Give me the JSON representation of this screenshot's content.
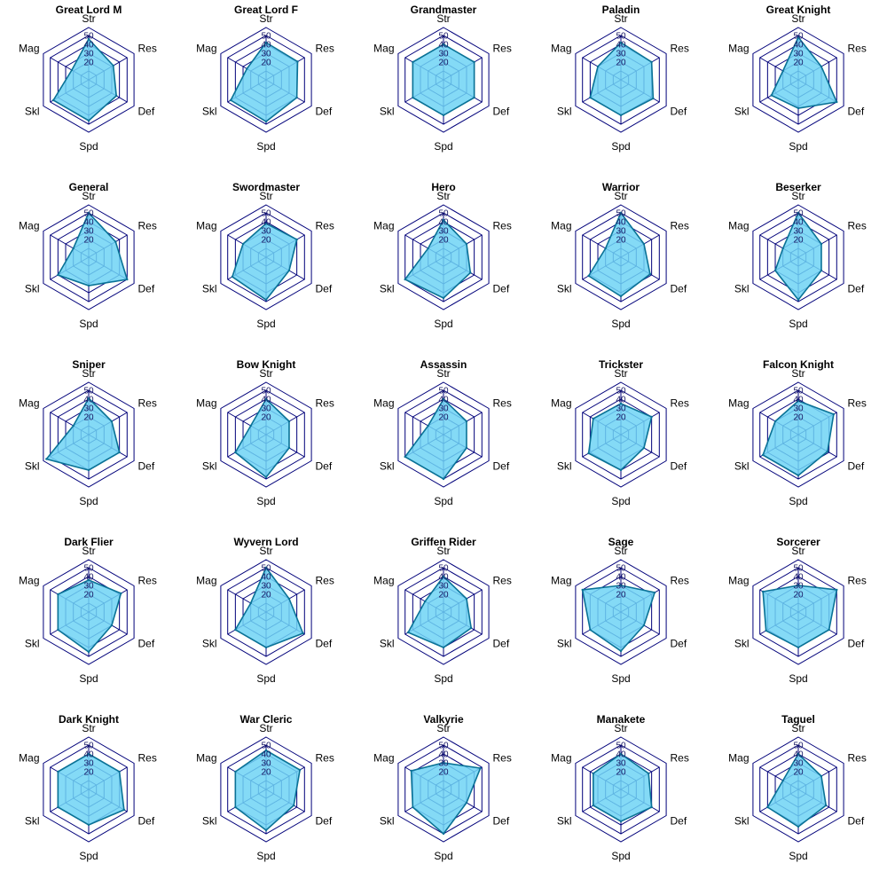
{
  "colors": {
    "grid": "#00007a",
    "fill": "#6fd3f5",
    "stroke": "#0a7296"
  },
  "chart_data": [
    {
      "type": "radar",
      "title": "Great Lord M",
      "axes": [
        "Str",
        "Res",
        "Def",
        "Spd",
        "Skl",
        "Mag"
      ],
      "rlim": [
        0,
        50
      ],
      "ticks": [
        "20",
        "30",
        "40",
        "50"
      ],
      "values": [
        46,
        32,
        36,
        46,
        46,
        22
      ]
    },
    {
      "type": "radar",
      "title": "Great Lord F",
      "axes": [
        "Str",
        "Res",
        "Def",
        "Spd",
        "Skl",
        "Mag"
      ],
      "rlim": [
        0,
        50
      ],
      "ticks": [
        "20",
        "30",
        "40",
        "50"
      ],
      "values": [
        42,
        41,
        40,
        47,
        46,
        25
      ]
    },
    {
      "type": "radar",
      "title": "Grandmaster",
      "axes": [
        "Str",
        "Res",
        "Def",
        "Spd",
        "Skl",
        "Mag"
      ],
      "rlim": [
        0,
        50
      ],
      "ticks": [
        "20",
        "30",
        "40",
        "50"
      ],
      "values": [
        40,
        40,
        40,
        40,
        40,
        40
      ]
    },
    {
      "type": "radar",
      "title": "Paladin",
      "axes": [
        "Str",
        "Res",
        "Def",
        "Spd",
        "Skl",
        "Mag"
      ],
      "rlim": [
        0,
        50
      ],
      "ticks": [
        "20",
        "30",
        "40",
        "50"
      ],
      "values": [
        42,
        40,
        42,
        40,
        40,
        30
      ]
    },
    {
      "type": "radar",
      "title": "Great Knight",
      "axes": [
        "Str",
        "Res",
        "Def",
        "Spd",
        "Skl",
        "Mag"
      ],
      "rlim": [
        0,
        50
      ],
      "ticks": [
        "20",
        "30",
        "40",
        "50"
      ],
      "values": [
        48,
        30,
        50,
        32,
        35,
        20
      ]
    },
    {
      "type": "radar",
      "title": "General",
      "axes": [
        "Str",
        "Res",
        "Def",
        "Spd",
        "Skl",
        "Mag"
      ],
      "rlim": [
        0,
        50
      ],
      "ticks": [
        "20",
        "30",
        "40",
        "50"
      ],
      "values": [
        50,
        35,
        50,
        32,
        40,
        20
      ]
    },
    {
      "type": "radar",
      "title": "Swordmaster",
      "axes": [
        "Str",
        "Res",
        "Def",
        "Spd",
        "Skl",
        "Mag"
      ],
      "rlim": [
        0,
        50
      ],
      "ticks": [
        "20",
        "30",
        "40",
        "50"
      ],
      "values": [
        38,
        40,
        30,
        48,
        44,
        30
      ]
    },
    {
      "type": "radar",
      "title": "Hero",
      "axes": [
        "Str",
        "Res",
        "Def",
        "Spd",
        "Skl",
        "Mag"
      ],
      "rlim": [
        0,
        50
      ],
      "ticks": [
        "20",
        "30",
        "40",
        "50"
      ],
      "values": [
        42,
        30,
        35,
        46,
        50,
        20
      ]
    },
    {
      "type": "radar",
      "title": "Warrior",
      "axes": [
        "Str",
        "Res",
        "Def",
        "Spd",
        "Skl",
        "Mag"
      ],
      "rlim": [
        0,
        50
      ],
      "ticks": [
        "20",
        "30",
        "40",
        "50"
      ],
      "values": [
        50,
        30,
        38,
        44,
        42,
        20
      ]
    },
    {
      "type": "radar",
      "title": "Beserker",
      "axes": [
        "Str",
        "Res",
        "Def",
        "Spd",
        "Skl",
        "Mag"
      ],
      "rlim": [
        0,
        50
      ],
      "ticks": [
        "20",
        "30",
        "40",
        "50"
      ],
      "values": [
        50,
        30,
        30,
        48,
        30,
        20
      ]
    },
    {
      "type": "radar",
      "title": "Sniper",
      "axes": [
        "Str",
        "Res",
        "Def",
        "Spd",
        "Skl",
        "Mag"
      ],
      "rlim": [
        0,
        50
      ],
      "ticks": [
        "20",
        "30",
        "40",
        "50"
      ],
      "values": [
        41,
        30,
        40,
        40,
        55,
        20
      ]
    },
    {
      "type": "radar",
      "title": "Bow Knight",
      "axes": [
        "Str",
        "Res",
        "Def",
        "Spd",
        "Skl",
        "Mag"
      ],
      "rlim": [
        0,
        50
      ],
      "ticks": [
        "20",
        "30",
        "40",
        "50"
      ],
      "values": [
        40,
        30,
        30,
        48,
        40,
        20
      ]
    },
    {
      "type": "radar",
      "title": "Assassin",
      "axes": [
        "Str",
        "Res",
        "Def",
        "Spd",
        "Skl",
        "Mag"
      ],
      "rlim": [
        0,
        50
      ],
      "ticks": [
        "20",
        "30",
        "40",
        "50"
      ],
      "values": [
        40,
        30,
        30,
        50,
        50,
        20
      ]
    },
    {
      "type": "radar",
      "title": "Trickster",
      "axes": [
        "Str",
        "Res",
        "Def",
        "Spd",
        "Skl",
        "Mag"
      ],
      "rlim": [
        0,
        50
      ],
      "ticks": [
        "20",
        "30",
        "40",
        "50"
      ],
      "values": [
        35,
        40,
        30,
        40,
        42,
        36
      ]
    },
    {
      "type": "radar",
      "title": "Falcon Knight",
      "axes": [
        "Str",
        "Res",
        "Def",
        "Spd",
        "Skl",
        "Mag"
      ],
      "rlim": [
        0,
        50
      ],
      "ticks": [
        "20",
        "30",
        "40",
        "50"
      ],
      "values": [
        38,
        46,
        38,
        46,
        46,
        30
      ]
    },
    {
      "type": "radar",
      "title": "Dark Flier",
      "axes": [
        "Str",
        "Res",
        "Def",
        "Spd",
        "Skl",
        "Mag"
      ],
      "rlim": [
        0,
        50
      ],
      "ticks": [
        "20",
        "30",
        "40",
        "50"
      ],
      "values": [
        36,
        42,
        30,
        45,
        40,
        40
      ]
    },
    {
      "type": "radar",
      "title": "Wyvern Lord",
      "axes": [
        "Str",
        "Res",
        "Def",
        "Spd",
        "Skl",
        "Mag"
      ],
      "rlim": [
        0,
        50
      ],
      "ticks": [
        "20",
        "30",
        "40",
        "50"
      ],
      "values": [
        50,
        30,
        48,
        40,
        40,
        20
      ]
    },
    {
      "type": "radar",
      "title": "Griffen Rider",
      "axes": [
        "Str",
        "Res",
        "Def",
        "Spd",
        "Skl",
        "Mag"
      ],
      "rlim": [
        0,
        50
      ],
      "ticks": [
        "20",
        "30",
        "40",
        "50"
      ],
      "values": [
        40,
        30,
        36,
        40,
        46,
        24
      ]
    },
    {
      "type": "radar",
      "title": "Sage",
      "axes": [
        "Str",
        "Res",
        "Def",
        "Spd",
        "Skl",
        "Mag"
      ],
      "rlim": [
        0,
        50
      ],
      "ticks": [
        "20",
        "30",
        "40",
        "50"
      ],
      "values": [
        30,
        44,
        30,
        44,
        40,
        50
      ]
    },
    {
      "type": "radar",
      "title": "Sorcerer",
      "axes": [
        "Str",
        "Res",
        "Def",
        "Spd",
        "Skl",
        "Mag"
      ],
      "rlim": [
        0,
        50
      ],
      "ticks": [
        "20",
        "30",
        "40",
        "50"
      ],
      "values": [
        30,
        50,
        40,
        40,
        42,
        46
      ]
    },
    {
      "type": "radar",
      "title": "Dark Knight",
      "axes": [
        "Str",
        "Res",
        "Def",
        "Spd",
        "Skl",
        "Mag"
      ],
      "rlim": [
        0,
        50
      ],
      "ticks": [
        "20",
        "30",
        "40",
        "50"
      ],
      "values": [
        40,
        40,
        46,
        40,
        40,
        40
      ]
    },
    {
      "type": "radar",
      "title": "War Cleric",
      "axes": [
        "Str",
        "Res",
        "Def",
        "Spd",
        "Skl",
        "Mag"
      ],
      "rlim": [
        0,
        50
      ],
      "ticks": [
        "20",
        "30",
        "40",
        "50"
      ],
      "values": [
        44,
        44,
        36,
        46,
        40,
        40
      ]
    },
    {
      "type": "radar",
      "title": "Valkyrie",
      "axes": [
        "Str",
        "Res",
        "Def",
        "Spd",
        "Skl",
        "Mag"
      ],
      "rlim": [
        0,
        50
      ],
      "ticks": [
        "20",
        "30",
        "40",
        "50"
      ],
      "values": [
        30,
        48,
        30,
        50,
        40,
        42
      ]
    },
    {
      "type": "radar",
      "title": "Manakete",
      "axes": [
        "Str",
        "Res",
        "Def",
        "Spd",
        "Skl",
        "Mag"
      ],
      "rlim": [
        0,
        50
      ],
      "ticks": [
        "20",
        "30",
        "40",
        "50"
      ],
      "values": [
        40,
        36,
        40,
        36,
        36,
        36
      ]
    },
    {
      "type": "radar",
      "title": "Taguel",
      "axes": [
        "Str",
        "Res",
        "Def",
        "Spd",
        "Skl",
        "Mag"
      ],
      "rlim": [
        0,
        50
      ],
      "ticks": [
        "20",
        "30",
        "40",
        "50"
      ],
      "values": [
        40,
        30,
        36,
        42,
        40,
        20
      ]
    }
  ]
}
